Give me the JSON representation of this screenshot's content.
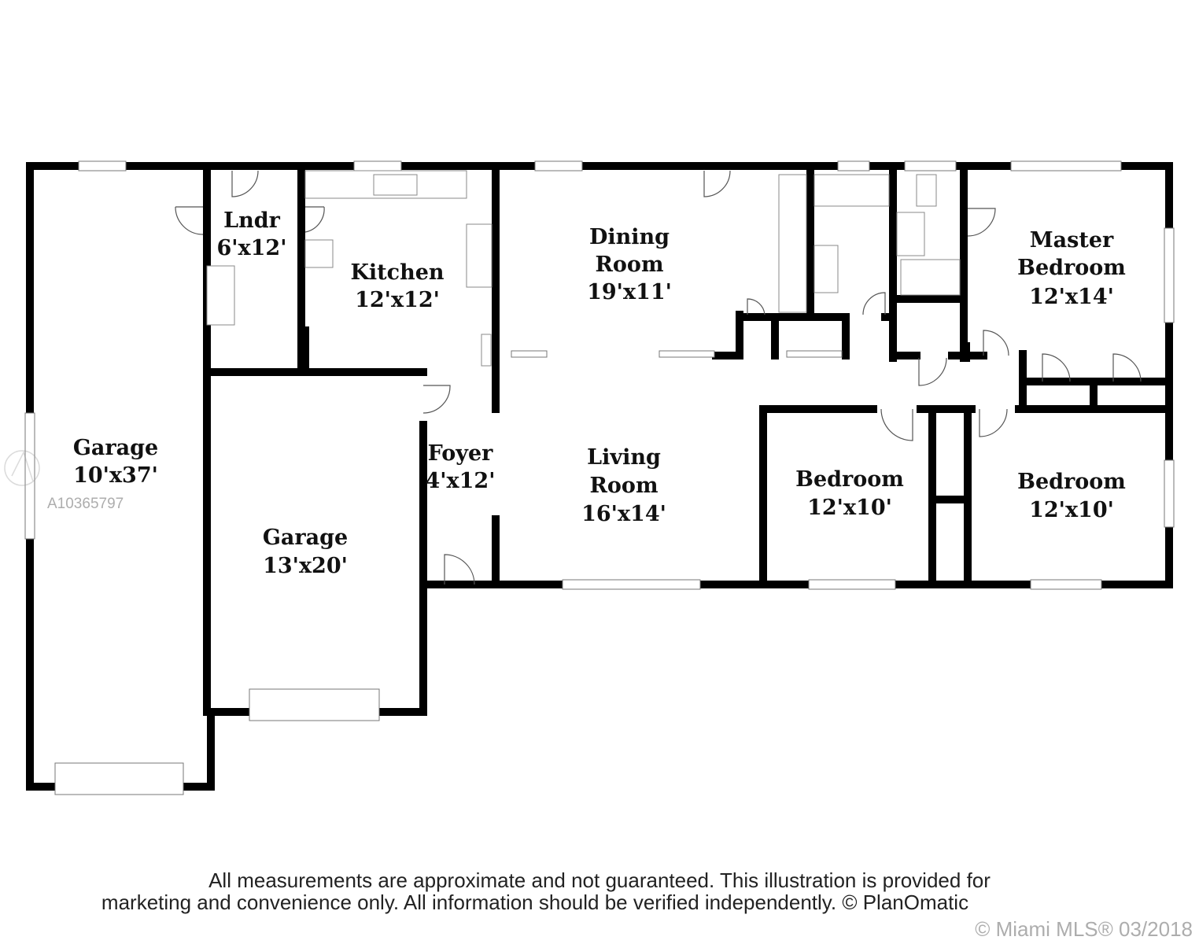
{
  "rooms": {
    "garage_large": {
      "name": "Garage",
      "size": "10'x37'"
    },
    "laundry": {
      "name": "Lndr",
      "size": "6'x12'"
    },
    "kitchen": {
      "name": "Kitchen",
      "size": "12'x12'"
    },
    "dining": {
      "name1": "Dining",
      "name2": "Room",
      "size": "19'x11'"
    },
    "master": {
      "name1": "Master",
      "name2": "Bedroom",
      "size": "12'x14'"
    },
    "foyer": {
      "name": "Foyer",
      "size": "4'x12'"
    },
    "living": {
      "name1": "Living",
      "name2": "Room",
      "size": "16'x14'"
    },
    "bedroom1": {
      "name": "Bedroom",
      "size": "12'x10'"
    },
    "bedroom2": {
      "name": "Bedroom",
      "size": "12'x10'"
    },
    "garage_small": {
      "name": "Garage",
      "size": "13'x20'"
    }
  },
  "disclaimer": {
    "line1": "All measurements are approximate and not guaranteed. This illustration is provided for",
    "line2": "marketing and convenience only. All information should be verified independently. © PlanOmatic"
  },
  "watermark": {
    "listing_id": "A10365797",
    "copyright": "© Miami MLS® 03/2018"
  }
}
